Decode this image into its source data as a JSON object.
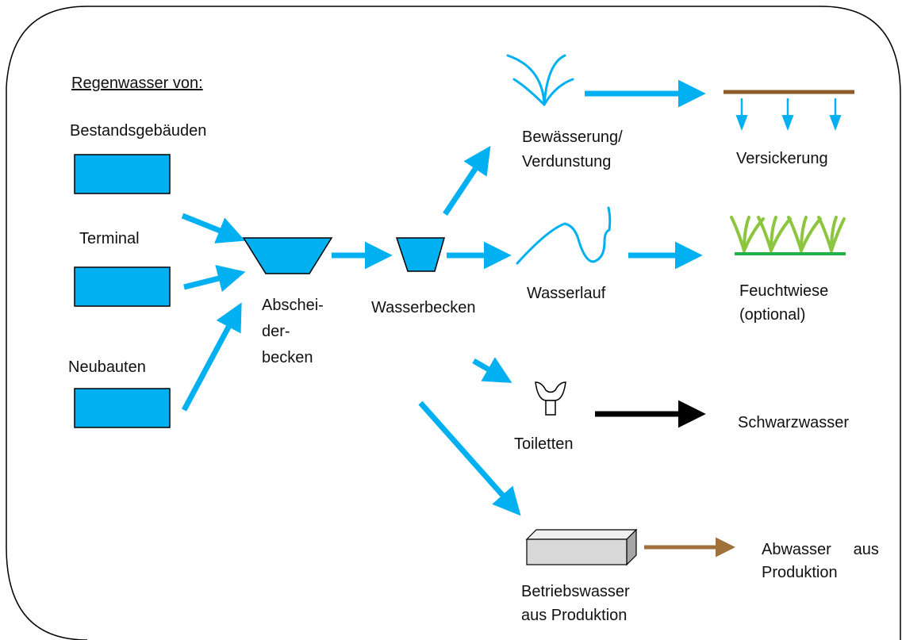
{
  "colors": {
    "water_blue": "#00b0f0",
    "border": "#000000",
    "soil_brown": "#8c5a2b",
    "grass_green": "#8cc63f",
    "grass_line": "#22b14c",
    "black_arrow": "#000000",
    "brown_arrow": "#a0713a",
    "box_grey": "#d9d9d9"
  },
  "labels": {
    "rain_title": "Regenwasser von:",
    "existing_buildings": "Bestandsgebäuden",
    "terminal": "Terminal",
    "new_buildings": "Neubauten",
    "separator_1": "Abschei-",
    "separator_2": "der-",
    "separator_3": "becken",
    "water_basin": "Wasserbecken",
    "irrigation_1": "Bewässerung/",
    "irrigation_2": "Verdunstung",
    "infiltration": "Versickerung",
    "watercourse": "Wasserlauf",
    "wet_meadow_1": "Feuchtwiese",
    "wet_meadow_2": "(optional)",
    "toilets": "Toiletten",
    "blackwater": "Schwarzwasser",
    "process_water_1": "Betriebswasser",
    "process_water_2": "aus Produktion",
    "wastewater_1": "Abwasser     aus",
    "wastewater_2": "Produktion"
  },
  "icons": {
    "building_existing": "building-rect-icon",
    "building_terminal": "building-rect-icon",
    "building_new": "building-rect-icon",
    "separator_basin": "trapezoid-basin-icon",
    "water_basin": "trapezoid-basin-icon",
    "irrigation": "sprinkler-spray-icon",
    "infiltration": "infiltration-ground-icon",
    "watercourse": "winding-stream-icon",
    "wet_meadow": "grass-tufts-icon",
    "toilet": "toilet-icon",
    "production": "grey-box-3d-icon"
  }
}
